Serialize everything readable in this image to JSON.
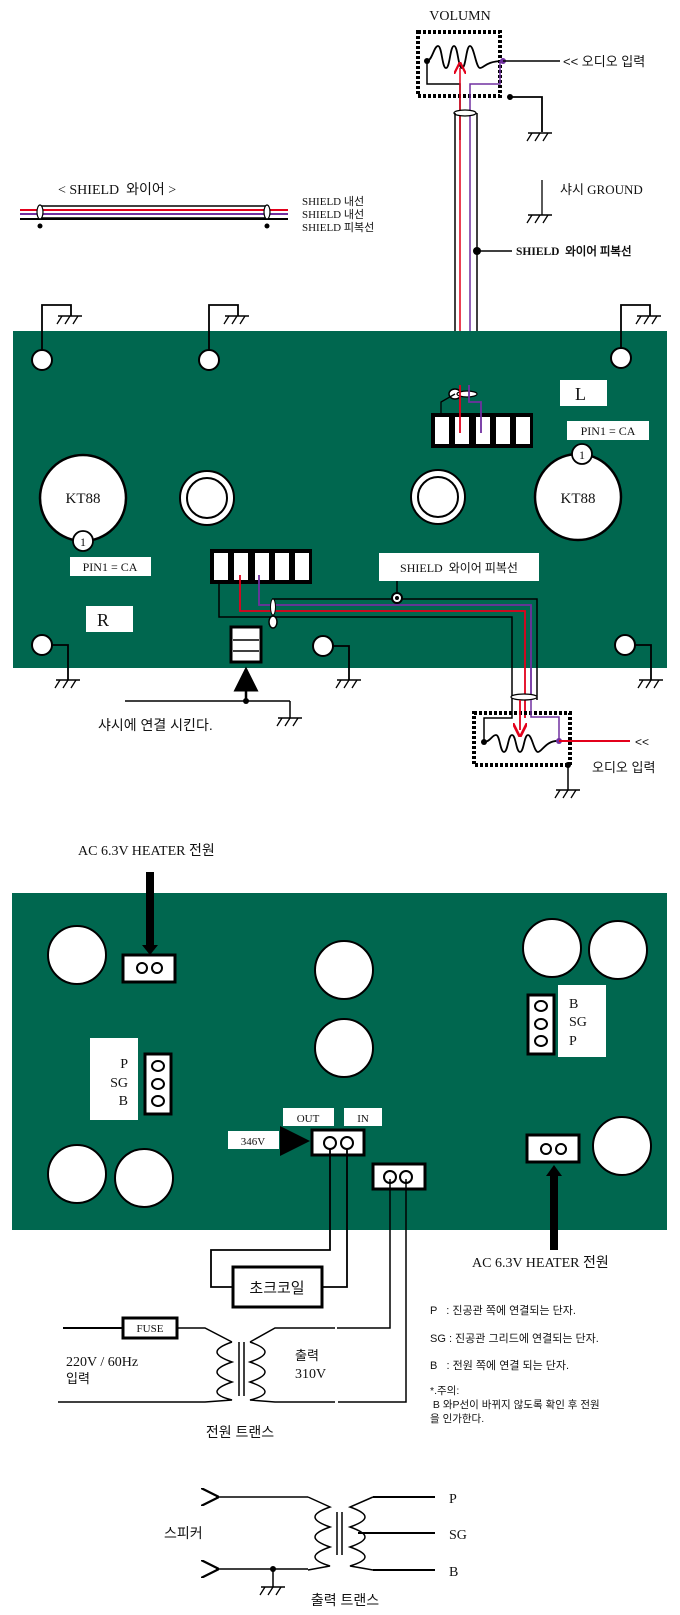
{
  "colors": {
    "board": "#00674f",
    "wire_red": "#e3001b",
    "wire_purple": "#7030a0",
    "wire_black": "#000000"
  },
  "volume_top": {
    "title": "VOLUMN",
    "audio_input": "<< 오디오 입력",
    "chassis_ground": "샤시 GROUND",
    "shield_jacket": "SHIELD  와이어 피복선"
  },
  "shield_legend": {
    "title": "< SHIELD  와이어 >",
    "lines": [
      "SHIELD 내선",
      "SHIELD 내선",
      "SHIELD 피복선"
    ]
  },
  "board1": {
    "left_tube": "KT88",
    "right_tube": "KT88",
    "pin_marker": "1",
    "left_pin_label": "PIN1 = CA",
    "right_pin_label": "PIN1 = CA",
    "channel_left": "L",
    "channel_right": "R",
    "shield_jacket_label": "SHIELD  와이어 피복선",
    "chassis_note": "샤시에 연결 시킨다.",
    "audio_input_arrow": "<<",
    "audio_input": "오디오 입력"
  },
  "board2": {
    "heater_top": "AC 6.3V HEATER 전원",
    "heater_bottom": "AC 6.3V HEATER 전원",
    "left_socket": [
      "P",
      "SG",
      "B"
    ],
    "right_socket": [
      "B",
      "SG",
      "P"
    ],
    "out_label": "OUT",
    "in_label": "IN",
    "voltage_label": "346V",
    "choke_label": "초크코일",
    "fuse_label": "FUSE",
    "mains_input": [
      "220V / 60Hz",
      "입력"
    ],
    "secondary_output": [
      "출력",
      "310V"
    ],
    "power_transformer": "전원 트랜스"
  },
  "legend": {
    "p_line": "P   : 진공관 쪽에 연결되는 단자.",
    "sg_line": "SG : 진공관 그리드에 연결되는 단자.",
    "b_line": "B   : 전원 쪽에 연결 되는 단자.",
    "note_title": "*.주의:",
    "note_line1": " B 와P선이 바뀌지 않도록 확인 후 전원",
    "note_line2": "을 인가한다."
  },
  "output_transformer": {
    "speaker": "스피커",
    "taps": [
      "P",
      "SG",
      "B"
    ],
    "title": "출력 트랜스"
  }
}
